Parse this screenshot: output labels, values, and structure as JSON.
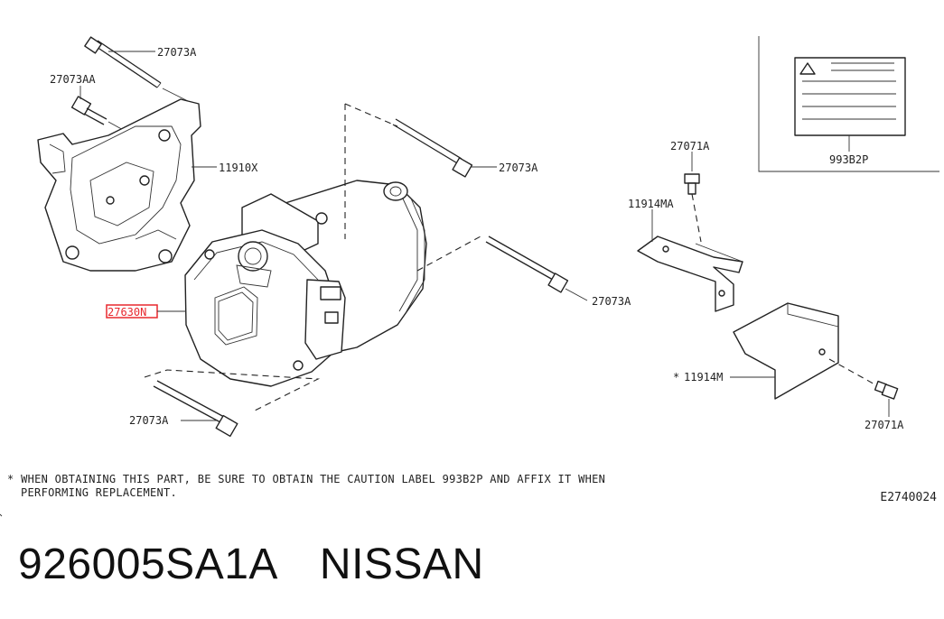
{
  "diagram": {
    "labels": {
      "bolt_top": "27073A",
      "bolt_small": "27073AA",
      "bracket": "11910X",
      "bolt_right_top": "27073A",
      "bolt_right_mid": "27073A",
      "bolt_bottom": "27073A",
      "compressor": "27630N",
      "bolt_bracket_top": "27071A",
      "bracket_small": "11914MA",
      "cover": "11914M",
      "cover_star": "*",
      "bolt_bracket_bottom": "27071A",
      "caution_label": "993B2P"
    },
    "note_star": "*",
    "note_line1": "WHEN OBTAINING THIS PART, BE SURE TO OBTAIN THE CAUTION LABEL 993B2P AND AFFIX IT WHEN",
    "note_line2": "PERFORMING REPLACEMENT.",
    "diagram_code": "E2740024",
    "highlight_color": "#e8282e"
  },
  "footer": {
    "part_number": "926005SA1A",
    "brand": "NISSAN"
  }
}
